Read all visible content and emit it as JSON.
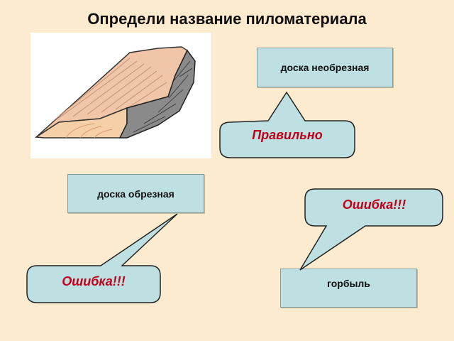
{
  "title": "Определи название пиломатериала",
  "image": {
    "icon": "lumber-board-icon"
  },
  "answers": [
    {
      "label": "доска необрезная"
    },
    {
      "label": "доска обрезная"
    },
    {
      "label": "горбыль"
    }
  ],
  "callouts": [
    {
      "text": "Правильно"
    },
    {
      "text": "Ошибка!!!"
    },
    {
      "text": "Ошибка!!!"
    }
  ],
  "colors": {
    "background": "#fdebd0",
    "box_fill": "#bfe0e3",
    "callout_text": "#c0001a"
  }
}
